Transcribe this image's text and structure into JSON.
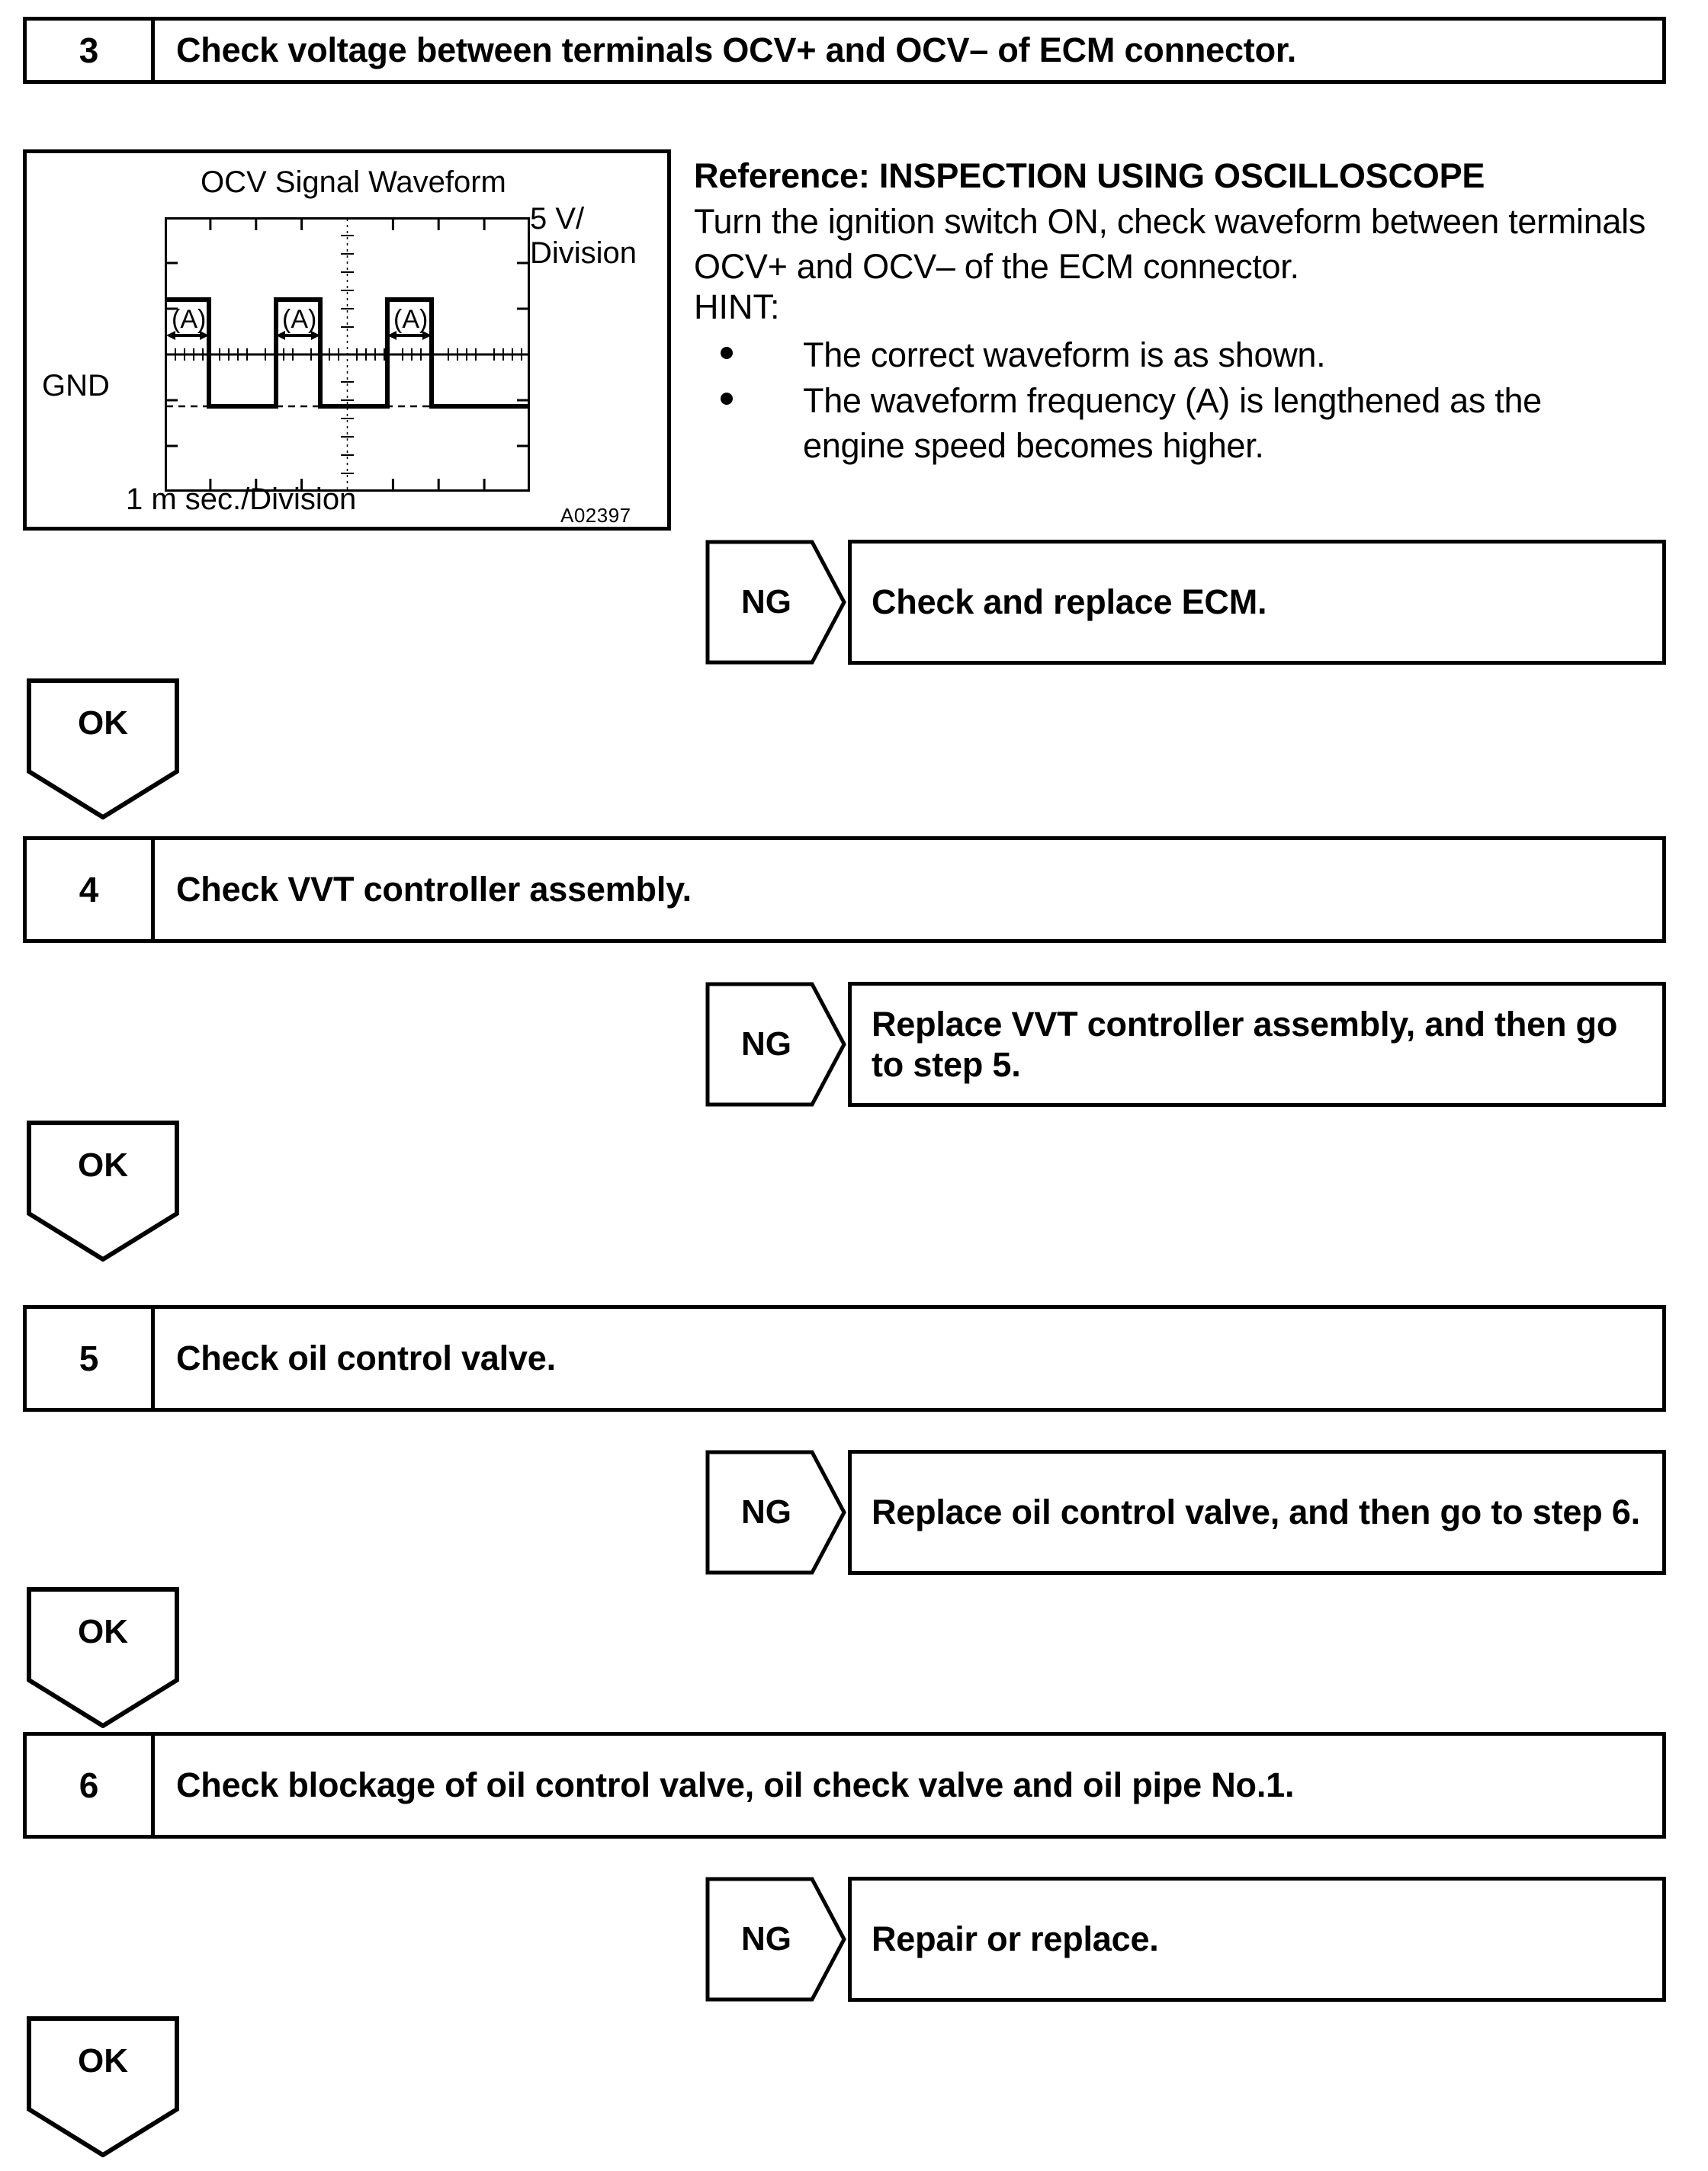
{
  "document": {
    "type": "diagnostic-flowchart",
    "figure_code": "A02397"
  },
  "steps": [
    {
      "number": "3",
      "title": "Check voltage between terminals OCV+ and OCV– of ECM connector.",
      "ng": {
        "label": "NG",
        "result": "Check and replace ECM."
      },
      "ok": {
        "label": "OK"
      }
    },
    {
      "number": "4",
      "title": "Check VVT controller assembly.",
      "ng": {
        "label": "NG",
        "result": "Replace VVT controller assembly, and then go to step 5."
      },
      "ok": {
        "label": "OK"
      }
    },
    {
      "number": "5",
      "title": "Check oil control valve.",
      "ng": {
        "label": "NG",
        "result": "Replace oil control valve, and then go to step 6."
      },
      "ok": {
        "label": "OK"
      }
    },
    {
      "number": "6",
      "title": "Check blockage of oil control valve, oil check valve and oil pipe No.1.",
      "ng": {
        "label": "NG",
        "result": "Repair or replace."
      },
      "ok": {
        "label": "OK"
      }
    }
  ],
  "figure": {
    "title": "OCV Signal Waveform",
    "vertical_scale": "5 V/",
    "vertical_scale_2": "Division",
    "ground_label": "GND",
    "time_scale": "1 m sec./Division",
    "code": "A02397",
    "pulse_label": "(A)"
  },
  "reference": {
    "heading": "Reference: INSPECTION USING OSCILLOSCOPE",
    "body": "Turn the ignition switch ON, check waveform between terminals OCV+ and OCV– of the ECM connector.",
    "hint_label": "HINT:",
    "hints": [
      "The correct waveform is as shown.",
      "The waveform frequency (A) is lengthened as the engine speed becomes higher."
    ]
  },
  "chart_data": {
    "type": "line",
    "title": "OCV Signal Waveform",
    "xlabel": "1 m sec./Division",
    "ylabel": "5 V/Division",
    "series": [
      {
        "name": "OCV signal",
        "description": "Square pulse train, three pulses rising from GND",
        "pulses": [
          {
            "start_div": 0.0,
            "width_div": 0.95,
            "label": "(A)"
          },
          {
            "start_div": 2.45,
            "width_div": 0.95,
            "label": "(A)"
          },
          {
            "start_div": 4.95,
            "width_div": 0.95,
            "label": "(A)"
          }
        ]
      }
    ],
    "grid": true,
    "x_divisions": 8,
    "y_divisions": 6,
    "ground_level_div": 2.0,
    "high_level_div": 4.35,
    "annotation": "(A) marks the pulse width / waveform frequency"
  }
}
